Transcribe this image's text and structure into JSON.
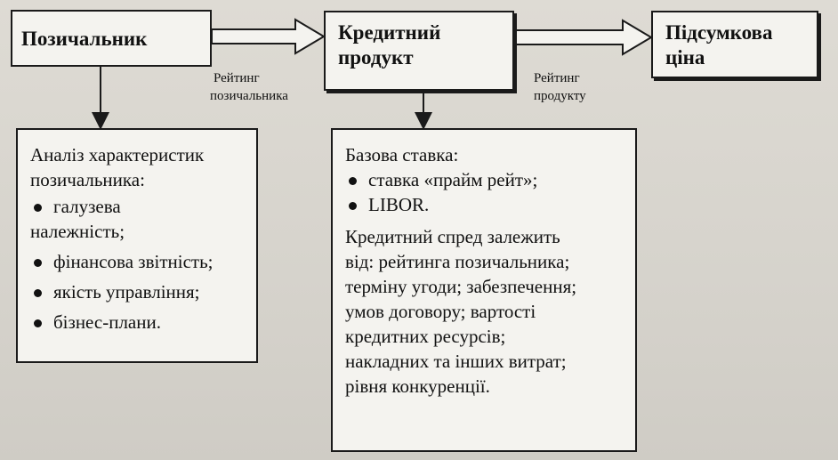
{
  "boxes": {
    "borrower": {
      "title": "Позичальник"
    },
    "product": {
      "title_line1": "Кредитний",
      "title_line2": "продукт"
    },
    "price": {
      "title_line1": "Підсумкова",
      "title_line2": "ціна"
    }
  },
  "labels": {
    "borrower_rating_line1": "Рейтинг",
    "borrower_rating_line2": "позичальника",
    "product_rating_line1": "Рейтинг",
    "product_rating_line2": "продукту"
  },
  "analysis": {
    "heading_line1": "Аналіз характеристик",
    "heading_line2": "позичальника:",
    "items": [
      {
        "line1": "галузева",
        "line2": "належність;"
      },
      {
        "line1": "фінансова звітність;"
      },
      {
        "line1": "якість управління;"
      },
      {
        "line1": "бізнес-плани."
      }
    ]
  },
  "base_rate": {
    "heading": "Базова ставка:",
    "items": [
      "ставка «прайм рейт»;",
      "LIBOR."
    ],
    "spread_lines": [
      "Кредитний спред залежить",
      "від: рейтинга позичальника;",
      "терміну угоди; забезпечення;",
      "умов договору; вартості",
      "кредитних ресурсів;",
      "накладних та інших витрат;",
      "рівня конкуренції."
    ]
  }
}
